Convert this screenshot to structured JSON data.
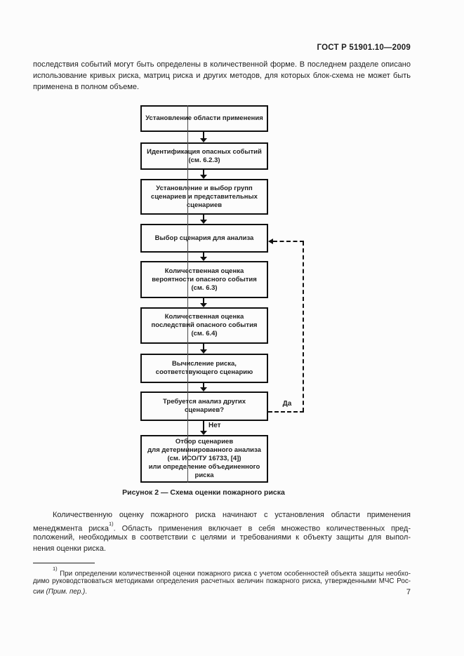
{
  "header": {
    "standard_number": "ГОСТ Р 51901.10—2009"
  },
  "paragraphs": {
    "top": {
      "lines": [
        "последствия событий могут быть определены в количественной форме. В последнем разделе описано",
        "использование кривых риска, матриц риска и других методов, для которых блок-схема не может быть",
        "применена в полном объеме."
      ]
    },
    "bottom": {
      "line1": "Количественную оценку пожарного риска начинают с установления области применения",
      "line2_pre": "менеджмента риска",
      "footnote_marker": "1)",
      "line2_post": ". Область применения включает в себя множество количественных пред-",
      "line3": "положений, необходимых в соответствии с целями и требованиями к объекту защиты для выпол-",
      "line4": "нения оценки риска."
    }
  },
  "flowchart": {
    "caption": "Рисунок 2 — Схема оценки пожарного риска",
    "decision_labels": {
      "yes": "Да",
      "no": "Нет"
    },
    "boxes": [
      {
        "lines": [
          "Установление области применения"
        ]
      },
      {
        "lines": [
          "Идентификация опасных событий",
          "(см. 6.2.3)"
        ]
      },
      {
        "lines": [
          "Установление и выбор групп",
          "сценариев и представительных",
          "сценариев"
        ]
      },
      {
        "lines": [
          "Выбор сценария для анализа"
        ]
      },
      {
        "lines": [
          "Количественная оценка",
          "вероятности опасного события",
          "(см. 6.3)"
        ]
      },
      {
        "lines": [
          "Количественная оценка",
          "последствий опасного события",
          "(см. 6.4)"
        ]
      },
      {
        "lines": [
          "Вычисление риска,",
          "соответствующего сценарию"
        ]
      },
      {
        "lines": [
          "Требуется анализ других",
          "сценариев?"
        ]
      },
      {
        "lines": [
          "Отбор сценариев",
          "для детерминированного анализа",
          "(см. ИСО/ТУ 16733, [4])",
          "или определение объединенного",
          "риска"
        ]
      }
    ]
  },
  "footnote": {
    "marker": "1)",
    "line1": "При определении количественной оценки пожарного риска с учетом особенностей объекта защиты необхо-",
    "line2": "димо руководствоваться методиками определения расчетных величин пожарного риска, утвержденными МЧС Рос-",
    "line3_pre": "сии ",
    "line3_italic": "(Прим. пер.)",
    "line3_post": "."
  },
  "page_number": "7"
}
